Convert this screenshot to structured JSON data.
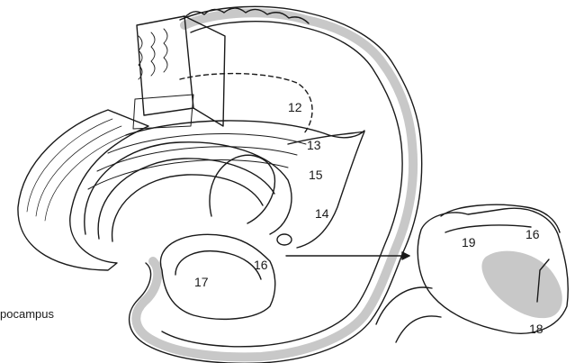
{
  "labels": {
    "n12": "12",
    "n13": "13",
    "n14": "14",
    "n15": "15",
    "n16_main": "16",
    "n17": "17",
    "n16_inset": "16",
    "n18": "18",
    "n19": "19",
    "caption_fragment": "pocampus"
  },
  "colors": {
    "ink": "#1a1a1a",
    "gray_matter": "#c8c8c8",
    "paper": "#ffffff"
  }
}
